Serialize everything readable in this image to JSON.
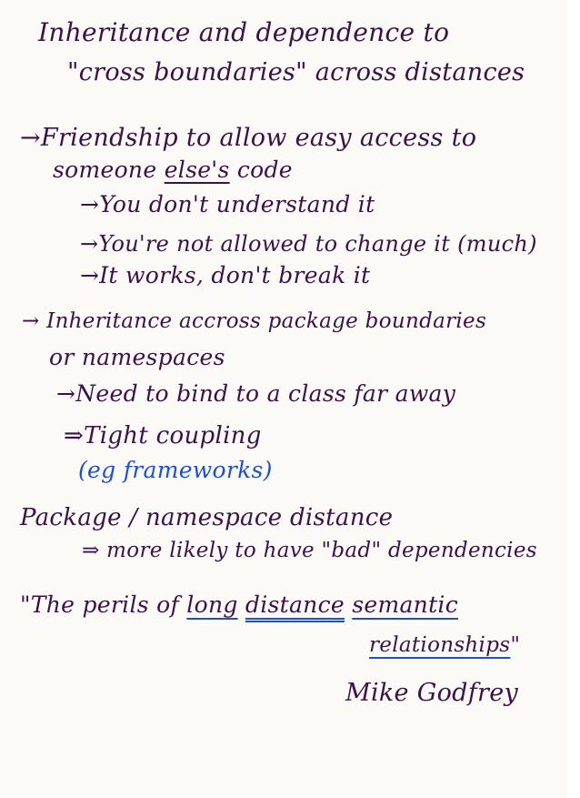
{
  "title": {
    "line1": "Inheritance and dependence to",
    "line2": "\"cross boundaries\" across distances"
  },
  "friendship": {
    "line1": "→Friendship to allow easy access to",
    "line2_prefix": "someone ",
    "line2_underlined": "else's",
    "line2_suffix": " code",
    "bullets": [
      "→You don't understand it",
      "→You're not allowed to change it (much)",
      "→It works, don't break it"
    ]
  },
  "inheritance": {
    "line1": "→ Inheritance accross package boundaries",
    "line2": "or namespaces",
    "bullet1": "→Need to bind to a class far away",
    "bullet2": "⇒Tight coupling",
    "note": "(eg frameworks)"
  },
  "package": {
    "line1": "Package / namespace distance",
    "line2": "⇒ more likely to have \"bad\" dependencies"
  },
  "quote": {
    "open": "\"The perils of ",
    "long": "long",
    "distance": "distance",
    "semantic": "semantic",
    "relationships": "relationships",
    "close": "\""
  },
  "author": "Mike Godfrey",
  "colors": {
    "ink": "#3a1247",
    "blue_marker": "#1f4fd0",
    "paper": "#fbfaf6"
  }
}
